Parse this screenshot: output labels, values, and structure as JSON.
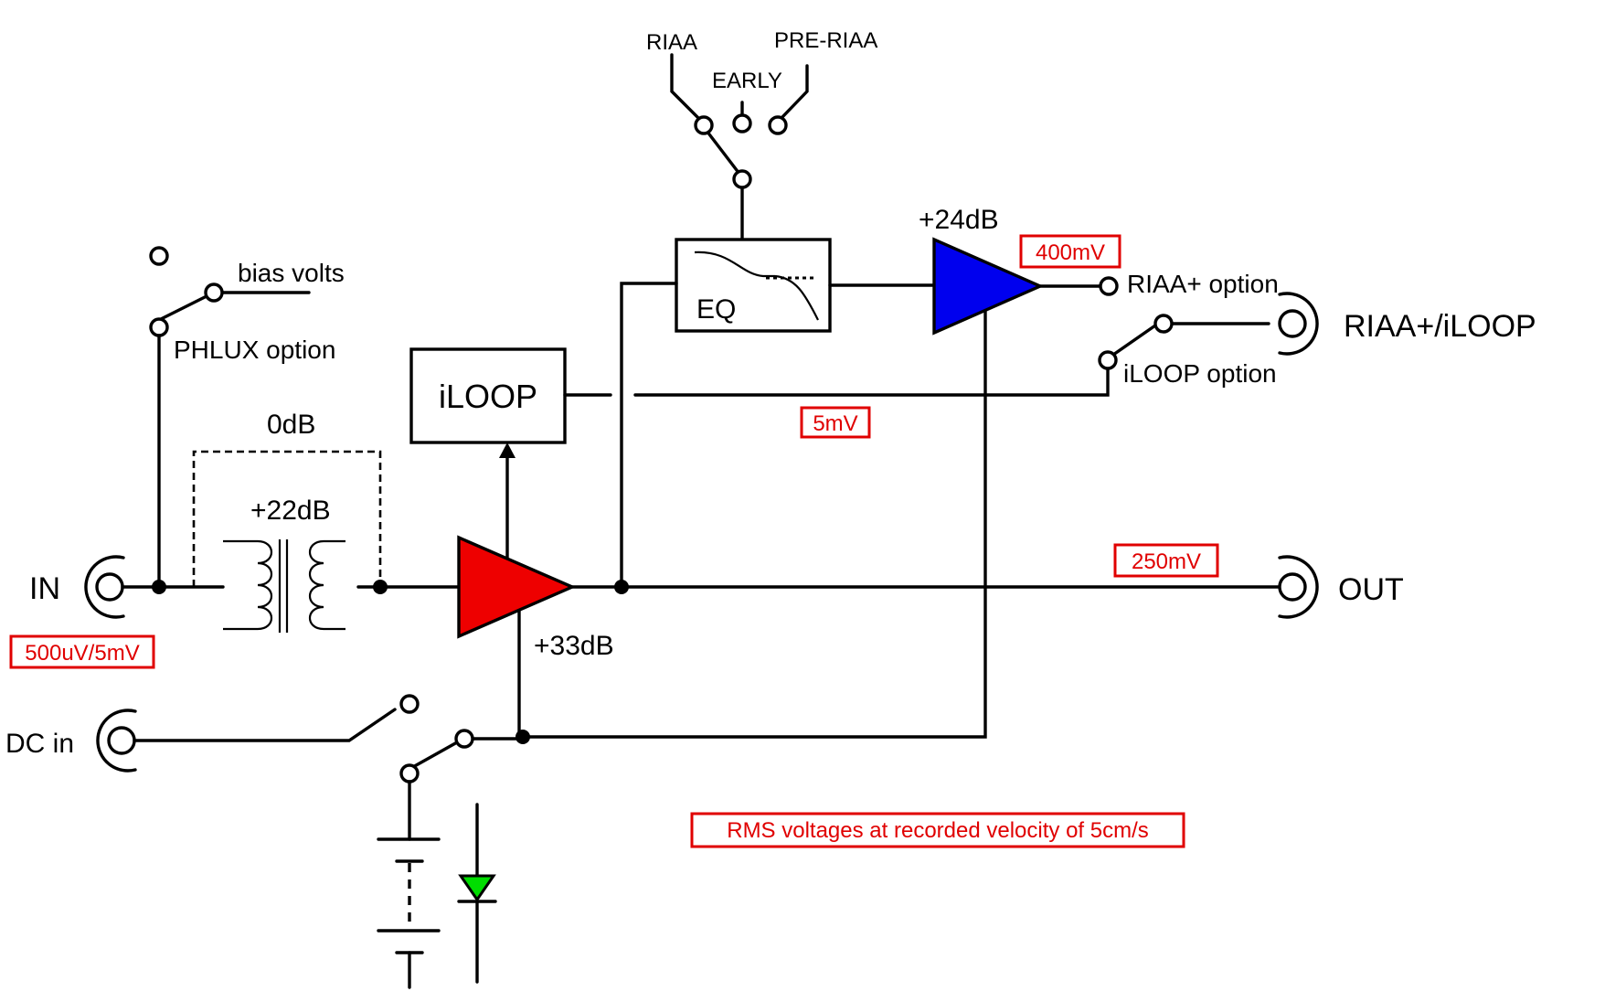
{
  "labels": {
    "riaa": "RIAA",
    "early": "EARLY",
    "pre_riaa": "PRE-RIAA",
    "bias_volts": "bias volts",
    "phlux_option": "PHLUX option",
    "iloop_block": "iLOOP",
    "eq_block": "EQ",
    "gain_0db": "0dB",
    "gain_22db": "+22dB",
    "gain_33db": "+33dB",
    "gain_24db": "+24dB",
    "riaa_plus_option": "RIAA+ option",
    "iloop_option": "iLOOP option",
    "riaa_iloop_out": "RIAA+/iLOOP",
    "in": "IN",
    "out": "OUT",
    "dc_in": "DC in"
  },
  "levels": {
    "input": "500uV/5mV",
    "iloop": "5mV",
    "riaa_out": "400mV",
    "main_out": "250mV",
    "note": "RMS voltages at recorded velocity of 5cm/s"
  },
  "colors": {
    "amp_33db": "#ee0000",
    "amp_24db": "#0000ee",
    "led": "#00dd00",
    "annotation": "#e00000"
  }
}
